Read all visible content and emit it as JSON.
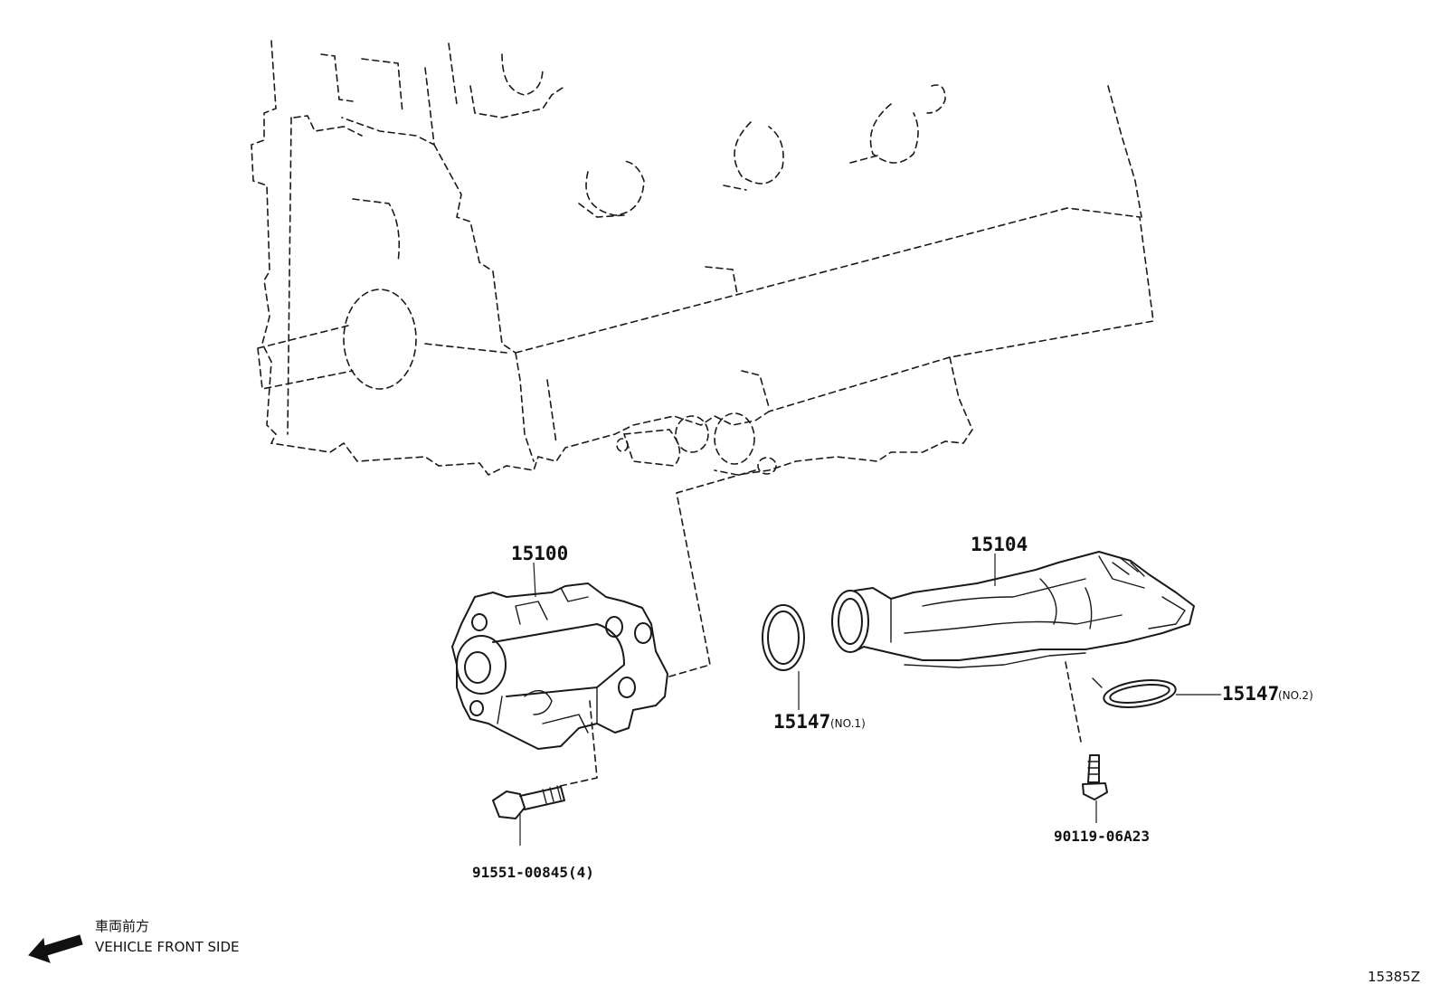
{
  "callouts": {
    "oil_pump": {
      "part_no": "15100"
    },
    "oil_strainer": {
      "part_no": "15104"
    },
    "gasket_no1": {
      "part_no": "15147",
      "note": "(NO.1)"
    },
    "gasket_no2": {
      "part_no": "15147",
      "note": "(NO.2)"
    },
    "pump_bolt": {
      "part_no": "91551-00845(4)"
    },
    "strainer_bolt": {
      "part_no": "90119-06A23"
    }
  },
  "legend": {
    "japanese": "車両前方",
    "english": "VEHICLE FRONT SIDE",
    "arrow_icon": "left-arrow-icon"
  },
  "illustration_code": "15385Z"
}
